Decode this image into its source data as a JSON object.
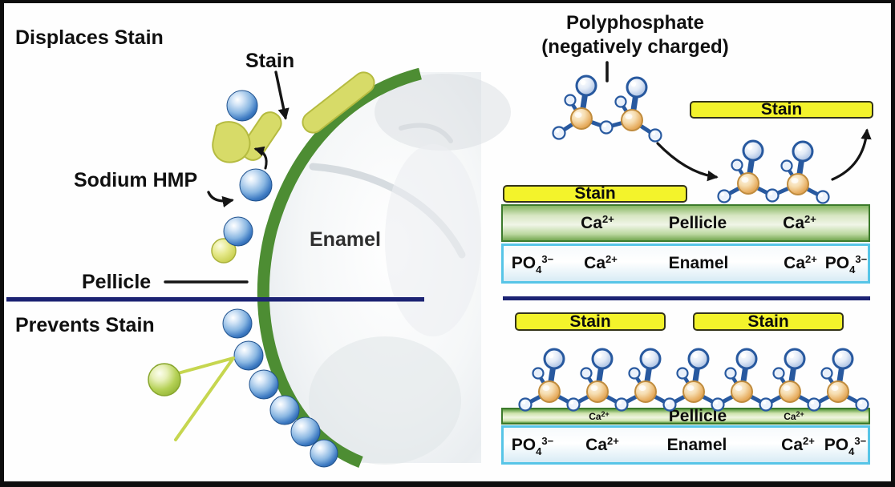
{
  "left_panel": {
    "heading_top": "Displaces Stain",
    "heading_bottom": "Prevents Stain",
    "stain_label": "Stain",
    "sodium_hmp_label": "Sodium HMP",
    "enamel_label": "Enamel",
    "pellicle_label": "Pellicle"
  },
  "right_panel": {
    "polyphosphate_label_line1": "Polyphosphate",
    "polyphosphate_label_line2": "(negatively charged)",
    "stain_bar_top": "Stain",
    "stain_bar_middle": "Stain",
    "stain_bar_bottom_left": "Stain",
    "stain_bar_bottom_right": "Stain",
    "top_pellicle_row": [
      {
        "base": "Ca",
        "sup": "2+"
      },
      {
        "base": "Pellicle"
      },
      {
        "base": "Ca",
        "sup": "2+"
      }
    ],
    "top_enamel_row": [
      {
        "base": "PO",
        "sub": "4",
        "sup": "3−"
      },
      {
        "base": "Ca",
        "sup": "2+"
      },
      {
        "base": "Enamel"
      },
      {
        "base": "Ca",
        "sup": "2+"
      },
      {
        "base": "PO",
        "sub": "4",
        "sup": "3−"
      }
    ],
    "bottom_pellicle_row": [
      {
        "base": "Ca",
        "sup": "2+",
        "small": true
      },
      {
        "base": "Pellicle"
      },
      {
        "base": "Ca",
        "sup": "2+",
        "small": true
      }
    ],
    "bottom_enamel_row": [
      {
        "base": "PO",
        "sub": "4",
        "sup": "3−"
      },
      {
        "base": "Ca",
        "sup": "2+"
      },
      {
        "base": "Enamel"
      },
      {
        "base": "Ca",
        "sup": "2+"
      },
      {
        "base": "PO",
        "sub": "4",
        "sup": "3−"
      }
    ],
    "phosphate_chain_units": 7
  },
  "colors": {
    "stain_bar_fill": "#f3f32b",
    "pellicle_green": "#4d8d33",
    "enamel_border_cyan": "#57c5e7",
    "divider_navy": "#1c2373",
    "hmp_sphere_blue": "#3c79c2",
    "stain_blob_yellow_green": "#d7db68",
    "phosphate_tan": "#e7ae61",
    "molecule_bond_blue": "#28599f"
  }
}
